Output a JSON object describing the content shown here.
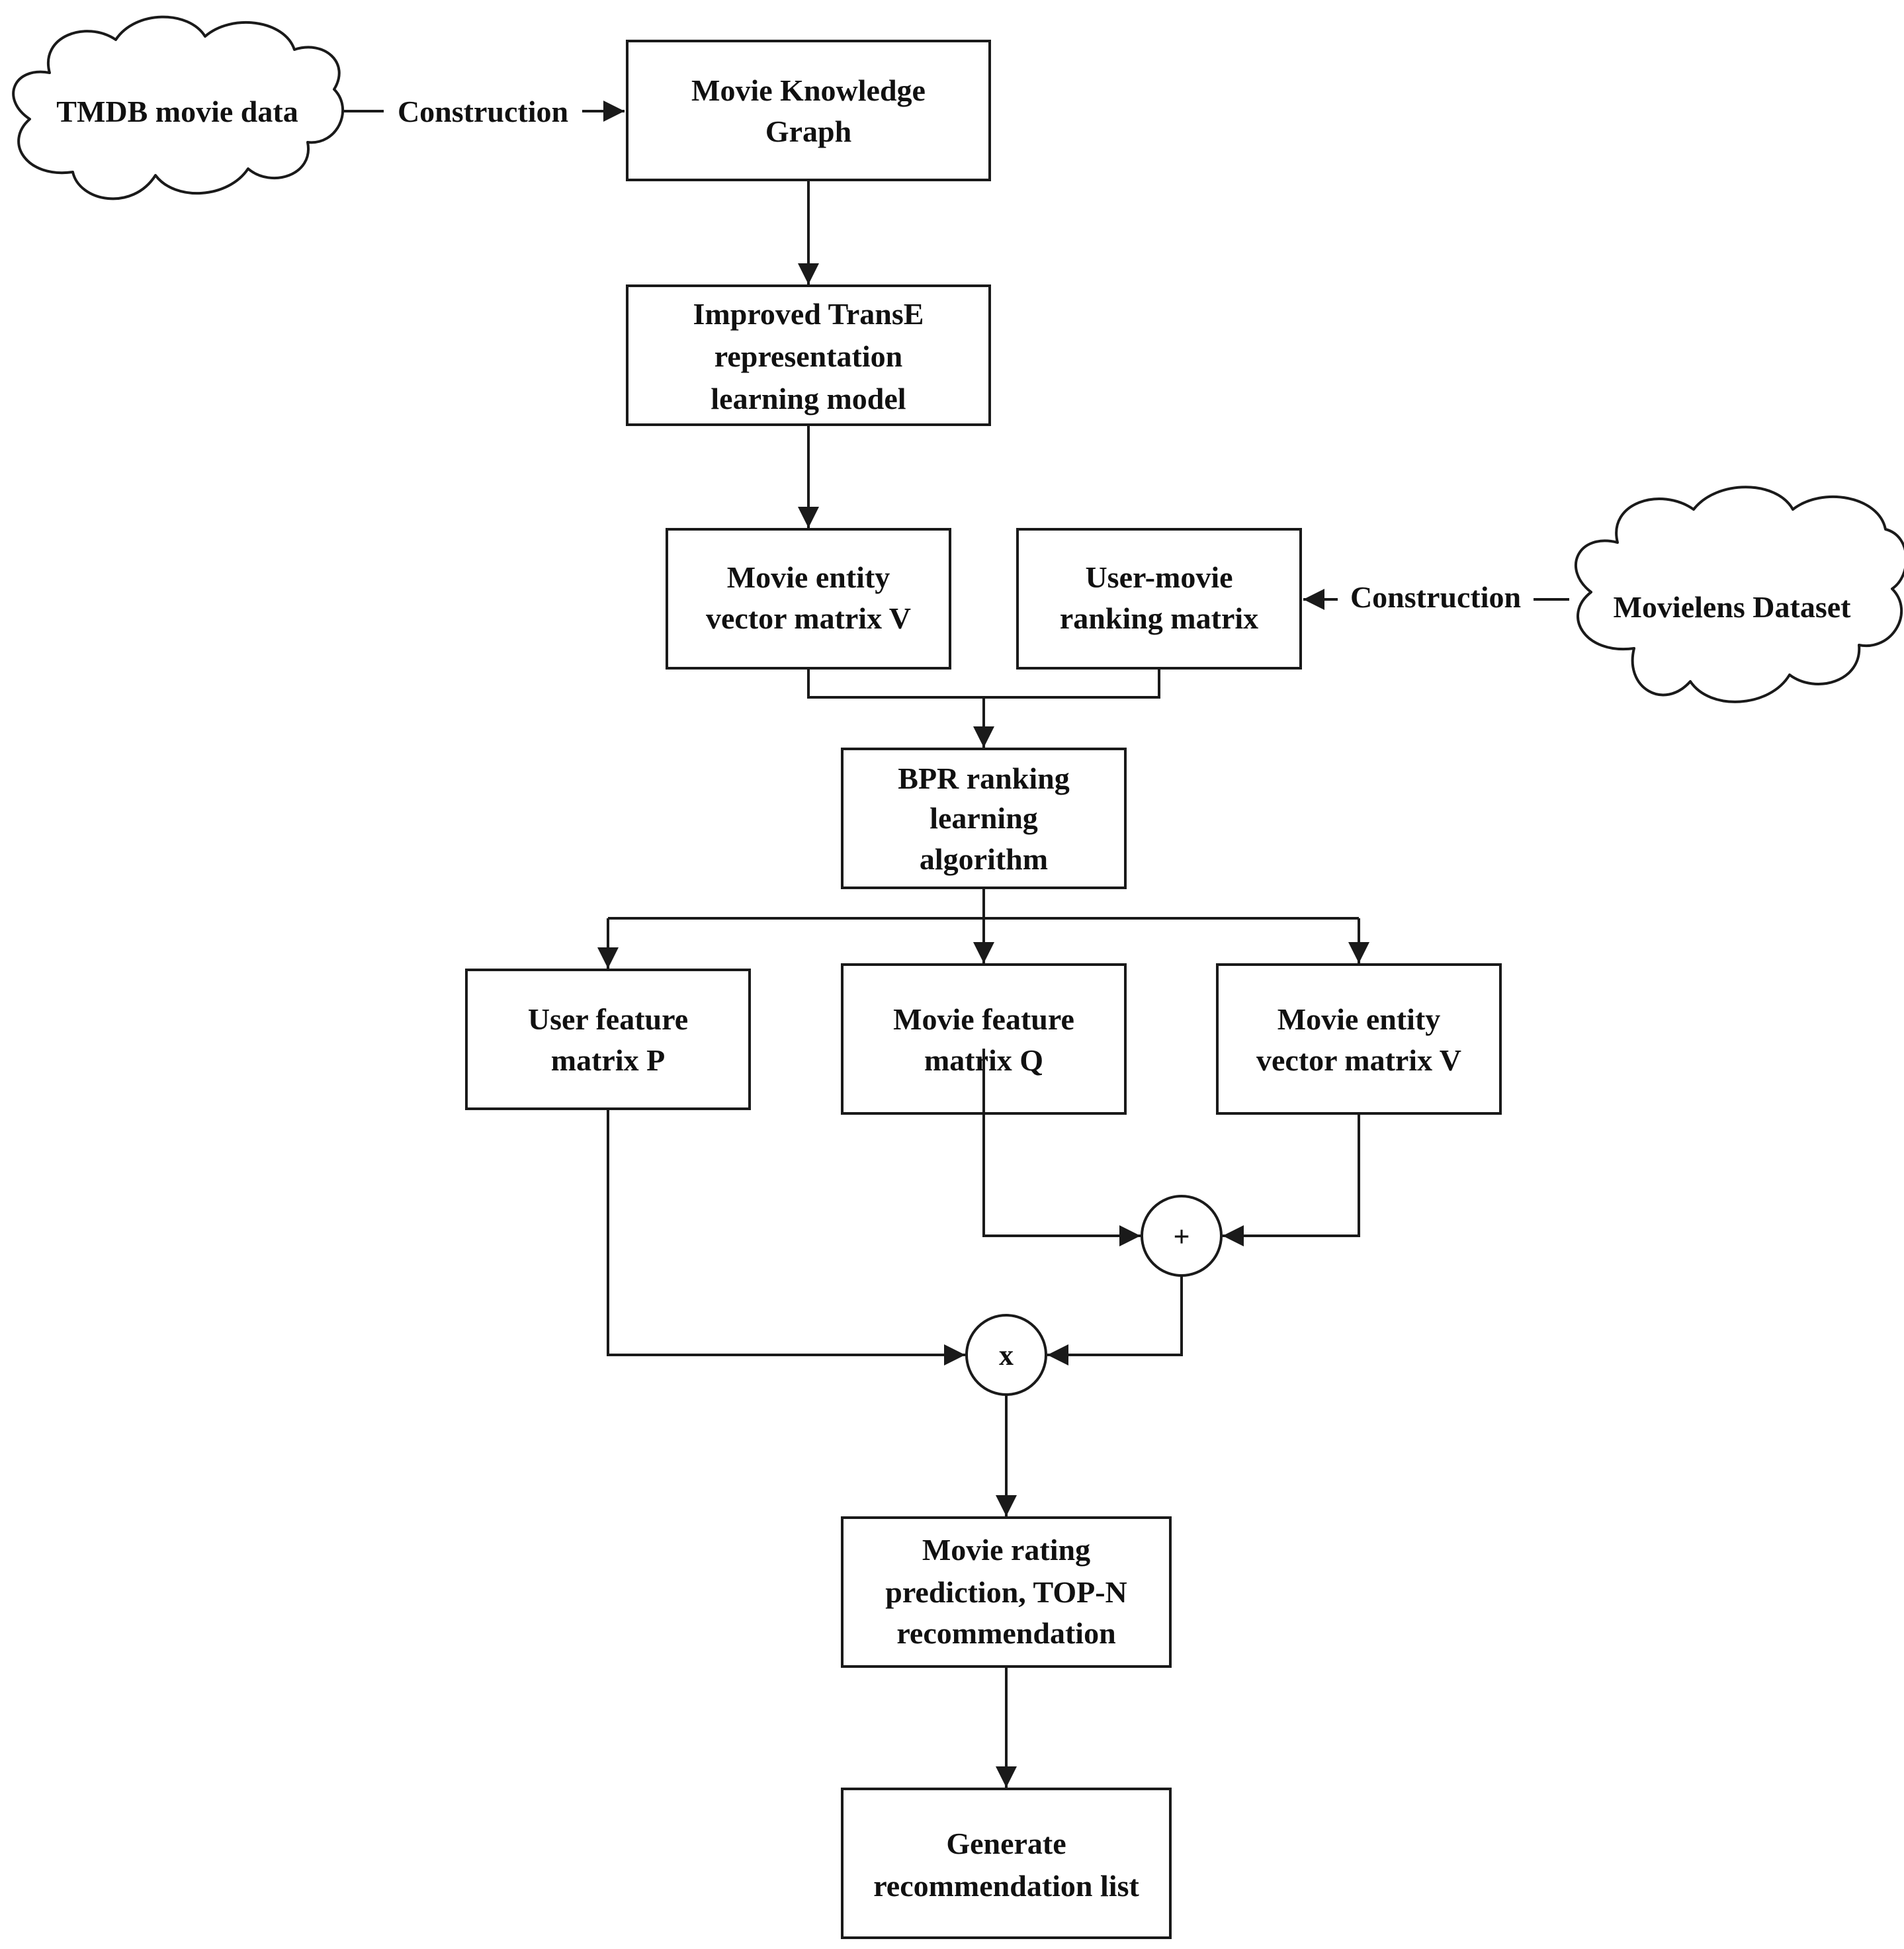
{
  "nodes": {
    "tmdb": {
      "label": "TMDB movie data"
    },
    "movielens": {
      "label": "Movielens Dataset"
    },
    "kg": {
      "lines": [
        "Movie Knowledge",
        "Graph"
      ]
    },
    "transe": {
      "lines": [
        "Improved TransE",
        "representation",
        "learning model"
      ]
    },
    "entity_v_top": {
      "lines": [
        "Movie entity",
        "vector matrix V"
      ]
    },
    "user_movie": {
      "lines": [
        "User-movie",
        "ranking matrix"
      ]
    },
    "bpr": {
      "lines": [
        "BPR ranking",
        "learning",
        "algorithm"
      ]
    },
    "user_p": {
      "lines": [
        "User feature",
        "matrix P"
      ]
    },
    "movie_q": {
      "lines": [
        "Movie feature",
        "matrix Q"
      ]
    },
    "entity_v_bottom": {
      "lines": [
        "Movie entity",
        "vector matrix V"
      ]
    },
    "rating": {
      "lines": [
        "Movie rating",
        "prediction, TOP-N",
        "recommendation"
      ]
    },
    "generate": {
      "lines": [
        "Generate",
        "recommendation list"
      ]
    }
  },
  "edges": {
    "construction_left": "Construction",
    "construction_right": "Construction"
  },
  "operators": {
    "plus": "+",
    "times": "x"
  }
}
